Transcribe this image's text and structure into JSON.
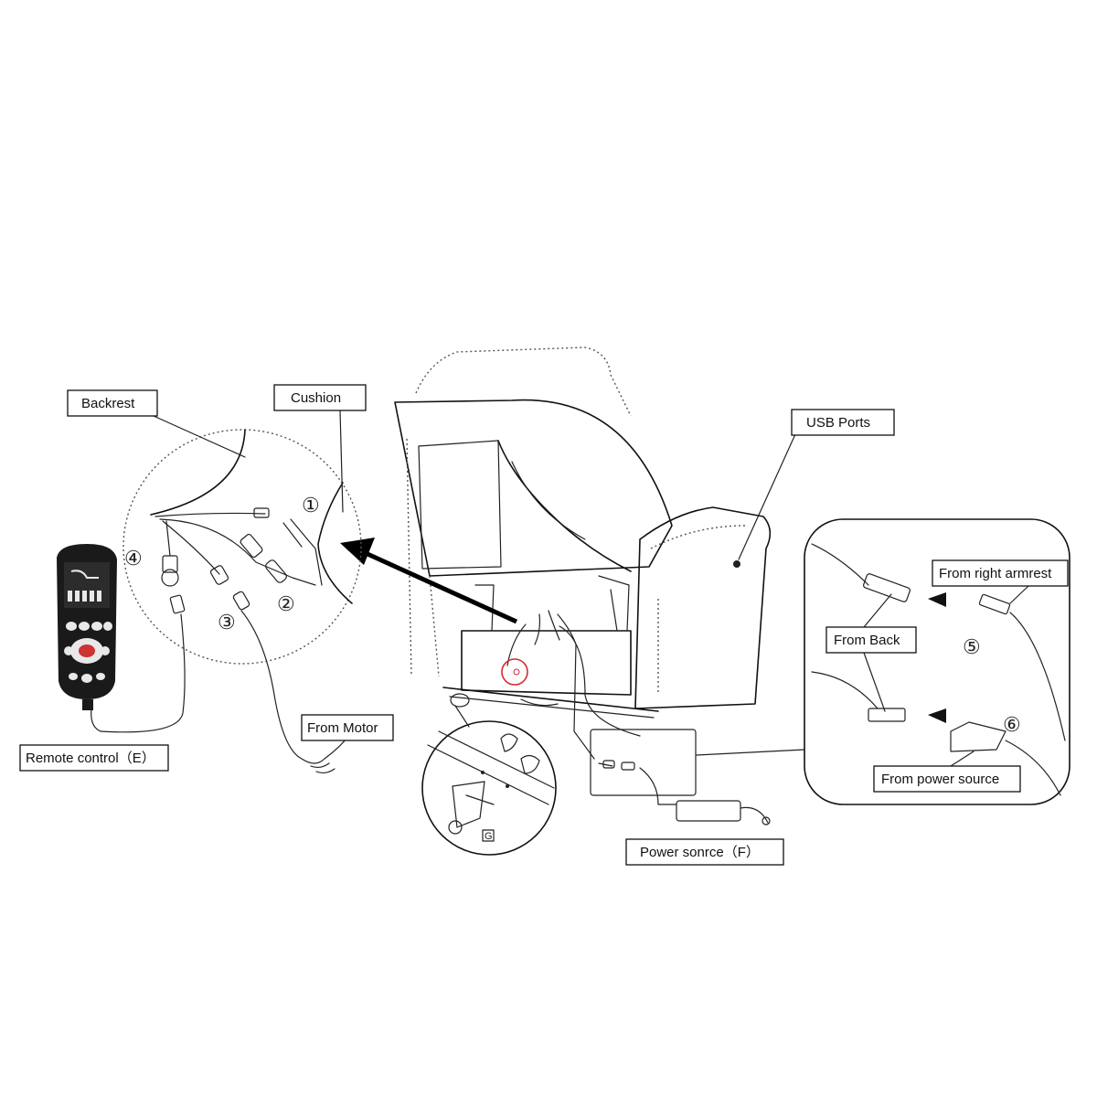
{
  "labels": {
    "backrest": "Backrest",
    "cushion": "Cushion",
    "usb_ports": "USB Ports",
    "from_right_armrest": "From right armrest",
    "from_back": "From Back",
    "from_power_source": "From power source",
    "from_motor": "From Motor",
    "remote_control": "Remote control（E）",
    "power_source": "Power sonrce（F）",
    "part_g": "G"
  },
  "numbers": {
    "n1": "①",
    "n2": "②",
    "n3": "③",
    "n4": "④",
    "n5": "⑤",
    "n6": "⑥"
  },
  "colors": {
    "line": "#111111",
    "remote_body": "#1a1a1a",
    "highlight_circle": "#d62a2a"
  }
}
